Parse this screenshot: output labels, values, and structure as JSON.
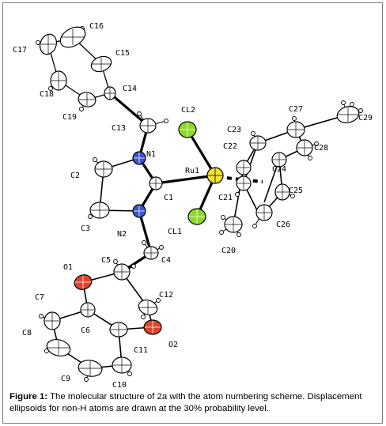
{
  "figure": {
    "caption_label": "Figure 1:",
    "caption_text": "The molecular structure of 2a with the atom numbering scheme. Displacement ellipsoids for non-H atoms are drawn at the 30% probability level."
  },
  "atoms": {
    "C16": "C16",
    "C17": "C17",
    "C15": "C15",
    "C18": "C18",
    "C14": "C14",
    "C19": "C19",
    "C13": "C13",
    "CL2": "CL2",
    "C27": "C27",
    "C29": "C29",
    "C23": "C23",
    "C28": "C28",
    "N1": "N1",
    "C22": "C22",
    "C24": "C24",
    "Ru1": "Ru1",
    "C2": "C2",
    "C1": "C1",
    "C21": "C21",
    "C25": "C25",
    "C26": "C26",
    "C3": "C3",
    "N2": "N2",
    "CL1": "CL1",
    "C20": "C20",
    "C4": "C4",
    "C5": "C5",
    "O1": "O1",
    "C12": "C12",
    "C7": "C7",
    "C6": "C6",
    "C8": "C8",
    "C11": "C11",
    "O2": "O2",
    "C9": "C9",
    "C10": "C10"
  },
  "colors": {
    "carbon": "#ffffff",
    "nitrogen": "#3d54c8",
    "oxygen": "#e0452c",
    "chlorine": "#8ed82a",
    "ruthenium": "#f2e236",
    "bond": "#000000"
  }
}
